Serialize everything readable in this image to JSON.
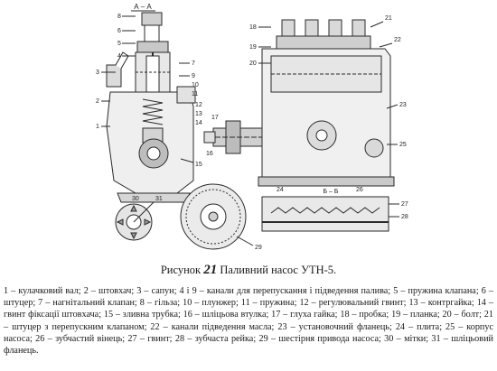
{
  "figure": {
    "section_label_top": "А – А",
    "section_label_bottom": "Б – Б",
    "callouts": [
      "1",
      "2",
      "3",
      "4",
      "5",
      "6",
      "7",
      "8",
      "9",
      "10",
      "11",
      "12",
      "13",
      "14",
      "15",
      "16",
      "17",
      "18",
      "19",
      "20",
      "21",
      "22",
      "23",
      "24",
      "25",
      "26",
      "27",
      "28",
      "29",
      "30",
      "31"
    ],
    "caption_prefix": "Рисунок",
    "caption_number": "21",
    "caption_title": "Паливний насос УТН-5."
  },
  "legend_text": "1 – кулачковий вал; 2 – штовхач; 3 – сапун; 4 і 9 – канали для перепускання і підведення палива; 5 – пружина клапана; 6 – штуцер; 7 – нагнітальний клапан; 8 – гільза; 10 – плунжер; 11 – пружина; 12 – регулювальний гвинт; 13 – контргайка; 14 – гвинт фіксації штовхача; 15 – зливна трубка; 16 – шліцьова втулка; 17 – глуха гайка; 18 – пробка; 19 – планка; 20 – болт; 21 – штуцер з перепускним клапаном; 22 – канали підведення масла; 23 – установочний фланець; 24 – плита; 25 – корпус насоса; 26 – зубчастий вінець; 27 – гвинт; 28 – зубчаста рейка; 29 – шестірня привода насоса; 30 – мітки; 31 – шліцьовий фланець."
}
